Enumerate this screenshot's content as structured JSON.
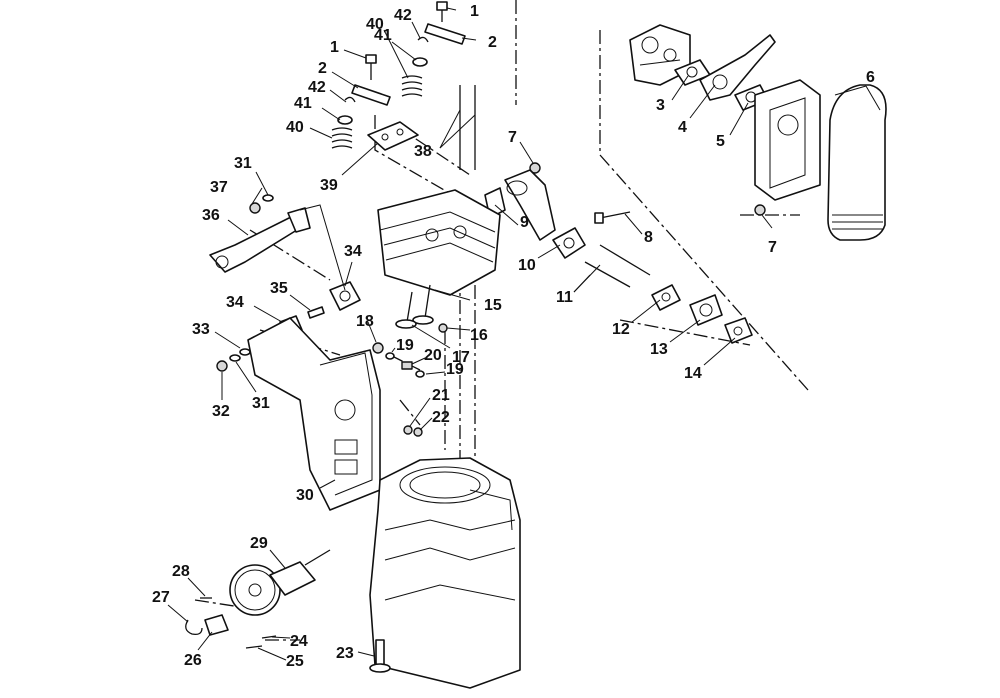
{
  "callouts": [
    {
      "id": "c1a",
      "text": "1"
    },
    {
      "id": "c2a",
      "text": "2"
    },
    {
      "id": "c42a",
      "text": "42"
    },
    {
      "id": "c40a",
      "text": "40"
    },
    {
      "id": "c41a",
      "text": "41"
    },
    {
      "id": "c1b",
      "text": "1"
    },
    {
      "id": "c2b",
      "text": "2"
    },
    {
      "id": "c42b",
      "text": "42"
    },
    {
      "id": "c41b",
      "text": "41"
    },
    {
      "id": "c40b",
      "text": "40"
    },
    {
      "id": "c38",
      "text": "38"
    },
    {
      "id": "c39",
      "text": "39"
    },
    {
      "id": "c31a",
      "text": "31"
    },
    {
      "id": "c37",
      "text": "37"
    },
    {
      "id": "c36",
      "text": "36"
    },
    {
      "id": "c34a",
      "text": "34"
    },
    {
      "id": "c35",
      "text": "35"
    },
    {
      "id": "c34b",
      "text": "34"
    },
    {
      "id": "c33",
      "text": "33"
    },
    {
      "id": "c32",
      "text": "32"
    },
    {
      "id": "c31b",
      "text": "31"
    },
    {
      "id": "c18",
      "text": "18"
    },
    {
      "id": "c19a",
      "text": "19"
    },
    {
      "id": "c20",
      "text": "20"
    },
    {
      "id": "c19b",
      "text": "19"
    },
    {
      "id": "c21",
      "text": "21"
    },
    {
      "id": "c22",
      "text": "22"
    },
    {
      "id": "c15",
      "text": "15"
    },
    {
      "id": "c16",
      "text": "16"
    },
    {
      "id": "c17",
      "text": "17"
    },
    {
      "id": "c7a",
      "text": "7"
    },
    {
      "id": "c9",
      "text": "9"
    },
    {
      "id": "c10",
      "text": "10"
    },
    {
      "id": "c8",
      "text": "8"
    },
    {
      "id": "c11",
      "text": "11"
    },
    {
      "id": "c12",
      "text": "12"
    },
    {
      "id": "c13",
      "text": "13"
    },
    {
      "id": "c14",
      "text": "14"
    },
    {
      "id": "c3",
      "text": "3"
    },
    {
      "id": "c4",
      "text": "4"
    },
    {
      "id": "c5",
      "text": "5"
    },
    {
      "id": "c6",
      "text": "6"
    },
    {
      "id": "c7b",
      "text": "7"
    },
    {
      "id": "c30",
      "text": "30"
    },
    {
      "id": "c29",
      "text": "29"
    },
    {
      "id": "c28",
      "text": "28"
    },
    {
      "id": "c27",
      "text": "27"
    },
    {
      "id": "c26",
      "text": "26"
    },
    {
      "id": "c24",
      "text": "24"
    },
    {
      "id": "c25",
      "text": "25"
    },
    {
      "id": "c23",
      "text": "23"
    }
  ]
}
